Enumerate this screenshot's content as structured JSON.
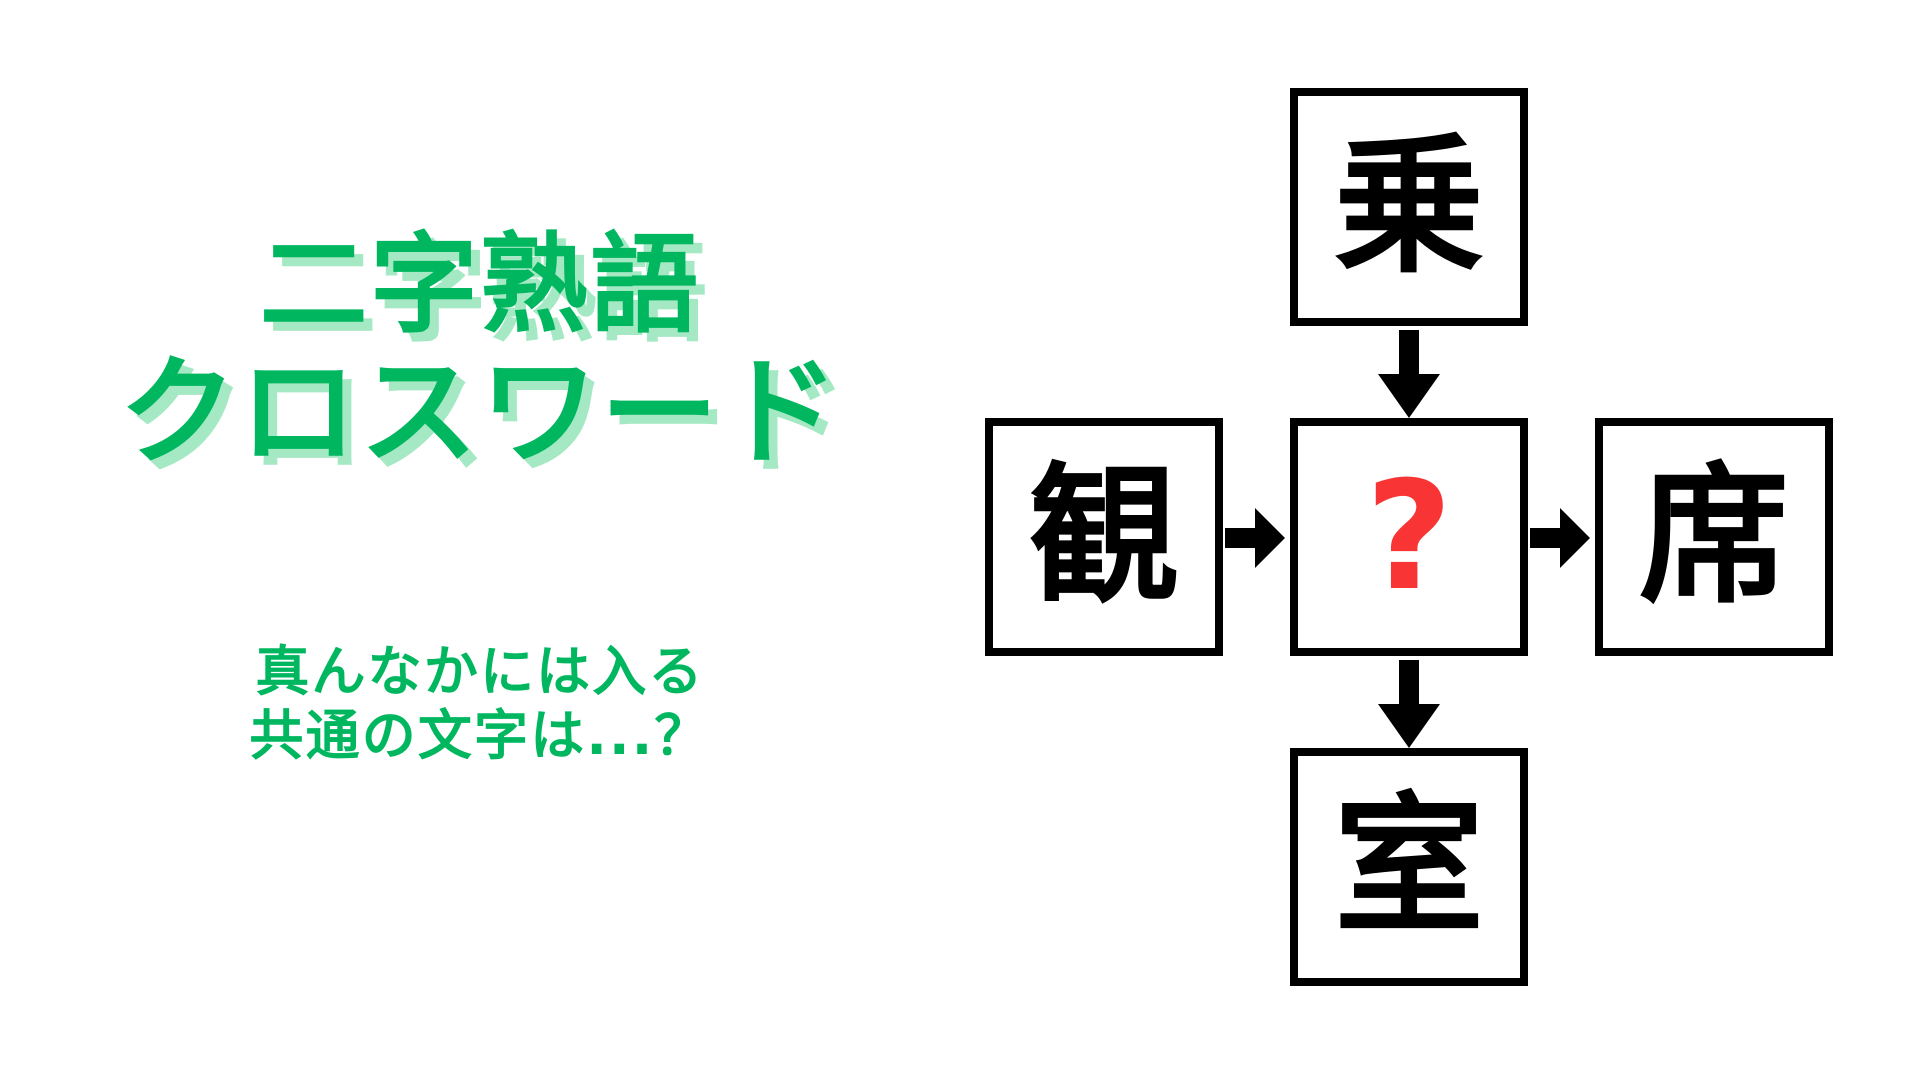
{
  "page": {
    "background_color": "#ffffff"
  },
  "theme": {
    "green": "#00b760",
    "green_shadow": "#a5e8c4",
    "black": "#000000",
    "red": "#f93434"
  },
  "left_panel": {
    "title": {
      "line1": "二字熟語",
      "line2": "クロスワード"
    },
    "subtitle": {
      "line1": "真んなかには入る",
      "line2": "共通の文字は...？"
    }
  },
  "puzzle": {
    "cells": {
      "top": "乗",
      "left": "観",
      "center": "?",
      "right": "席",
      "bottom": "室"
    },
    "arrows": [
      {
        "name": "top-to-center",
        "direction": "down"
      },
      {
        "name": "left-to-center",
        "direction": "right"
      },
      {
        "name": "center-to-right",
        "direction": "right"
      },
      {
        "name": "center-to-bottom",
        "direction": "down"
      }
    ]
  }
}
